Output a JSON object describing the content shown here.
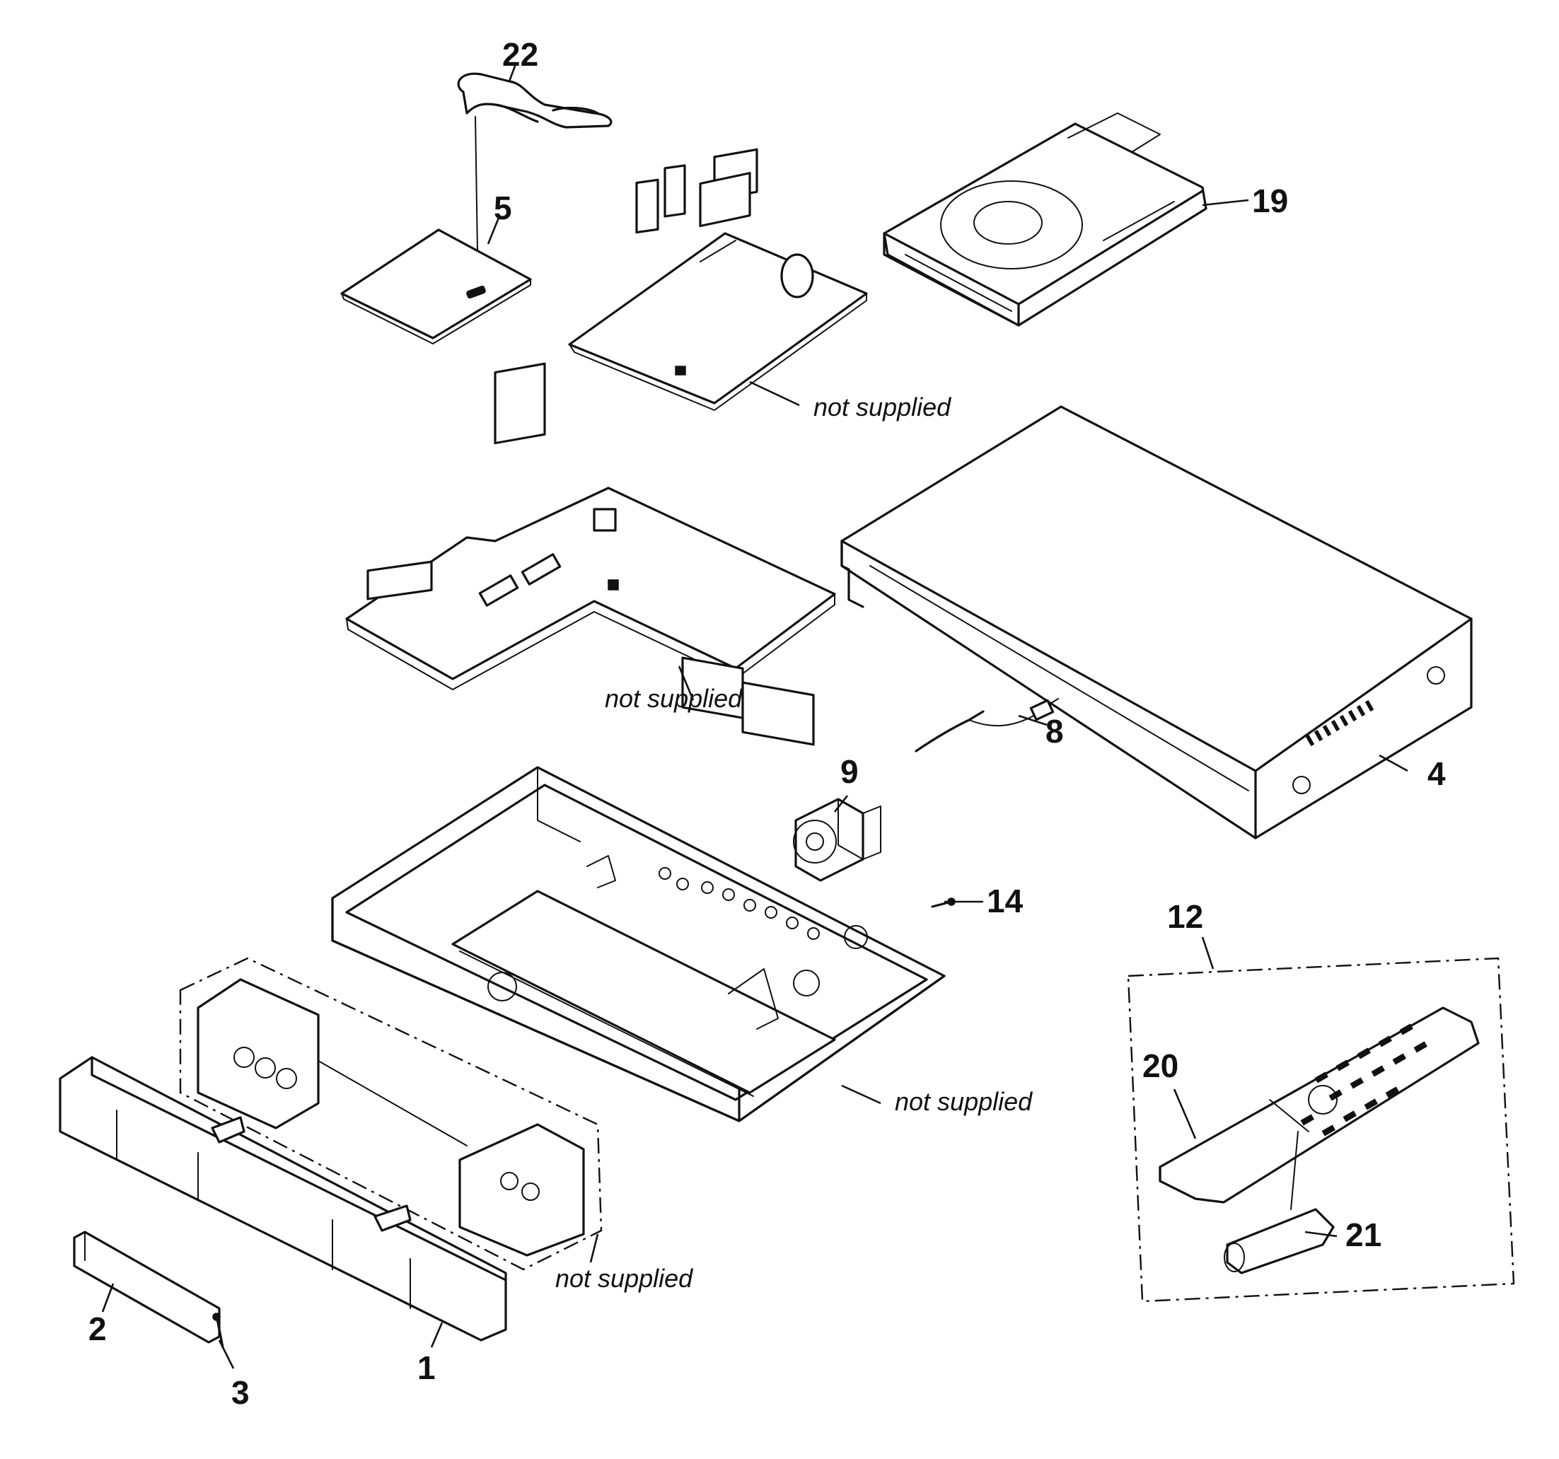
{
  "parts": [
    {
      "id": "p22",
      "label": "22"
    },
    {
      "id": "p5",
      "label": "5"
    },
    {
      "id": "p19",
      "label": "19"
    },
    {
      "id": "p8",
      "label": "8"
    },
    {
      "id": "p4",
      "label": "4"
    },
    {
      "id": "p9",
      "label": "9"
    },
    {
      "id": "p14",
      "label": "14"
    },
    {
      "id": "p12",
      "label": "12"
    },
    {
      "id": "p20",
      "label": "20"
    },
    {
      "id": "p21",
      "label": "21"
    },
    {
      "id": "p2",
      "label": "2"
    },
    {
      "id": "p3",
      "label": "3"
    },
    {
      "id": "p1",
      "label": "1"
    }
  ],
  "notes": {
    "not_supplied": "not supplied"
  }
}
